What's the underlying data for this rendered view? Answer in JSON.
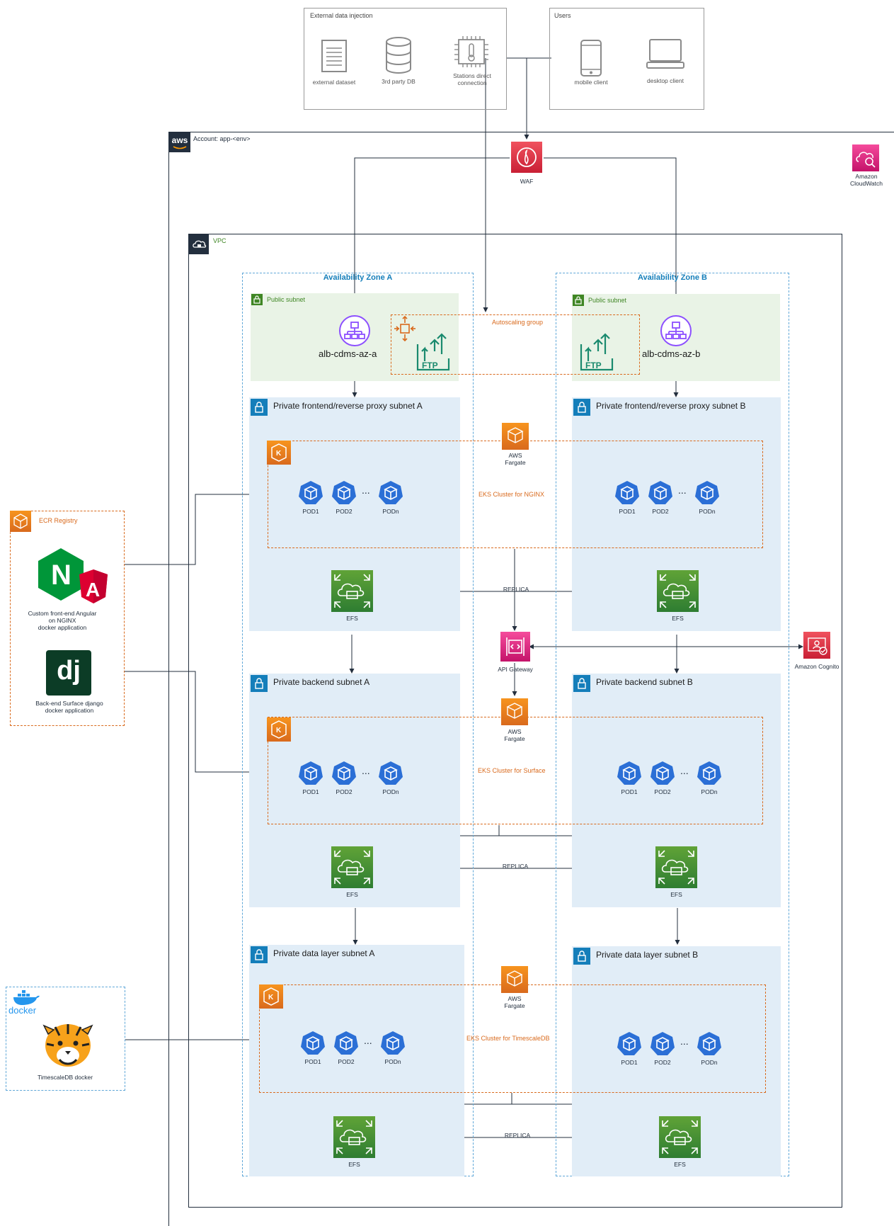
{
  "external": {
    "title": "External data injection",
    "items": [
      "external dataset",
      "3rd party DB",
      "Stations direct connection"
    ]
  },
  "users": {
    "title": "Users",
    "items": [
      "mobile client",
      "desktop client"
    ]
  },
  "account": {
    "title": "Account: app-<env>",
    "aws_logo": "aws"
  },
  "waf": {
    "label": "WAF"
  },
  "cloudwatch": {
    "label_line1": "Amazon",
    "label_line2": "CloudWatch"
  },
  "vpc": {
    "label": "VPC"
  },
  "zones": {
    "a": "Availability Zone A",
    "b": "Availability Zone B"
  },
  "public_subnet": {
    "label": "Public subnet"
  },
  "alb": {
    "a": "alb-cdms-az-a",
    "b": "alb-cdms-az-b"
  },
  "autoscaling": {
    "label": "Autoscaling group"
  },
  "ftp": {
    "label": "FTP"
  },
  "subnets": {
    "frontend_a": "Private frontend/reverse proxy subnet A",
    "frontend_b": "Private frontend/reverse proxy subnet B",
    "backend_a": "Private backend subnet A",
    "backend_b": "Private backend subnet B",
    "data_a": "Private data layer subnet A",
    "data_b": "Private data layer subnet B"
  },
  "fargate": {
    "line1": "AWS",
    "line2": "Fargate"
  },
  "clusters": {
    "nginx": "EKS Cluster for NGINX",
    "surface": "EKS Cluster for Surface",
    "timescale": "EKS Cluster for TimescaleDB"
  },
  "pods": [
    "POD1",
    "POD2",
    "PODn"
  ],
  "ellipsis": "...",
  "efs": {
    "label": "EFS"
  },
  "replica": {
    "label": "REPLICA"
  },
  "api_gateway": {
    "label": "API Gateway"
  },
  "cognito": {
    "label": "Amazon Cognito"
  },
  "ecr": {
    "title": "ECR Registry",
    "nginx_app_line1": "Custom front-end Angular",
    "nginx_app_line2": "on NGINX",
    "nginx_app_line3": "docker application",
    "nginx_logo_letters": [
      "N",
      "A"
    ],
    "django_logo": "dj",
    "django_app_line1": "Back-end Surface django",
    "django_app_line2": "docker application"
  },
  "docker": {
    "logo_text": "docker",
    "app_label": "TimescaleDB docker"
  },
  "colors": {
    "aws_blue": "#147eba",
    "subnet_green": "#3f8624",
    "orange": "#d96a1d",
    "efs_green": "#3f8624",
    "waf_red": "#dd344c",
    "cloudwatch_pink": "#e7157b",
    "pod_blue": "#2b6fd6",
    "alb_purple": "#8c4fff"
  }
}
